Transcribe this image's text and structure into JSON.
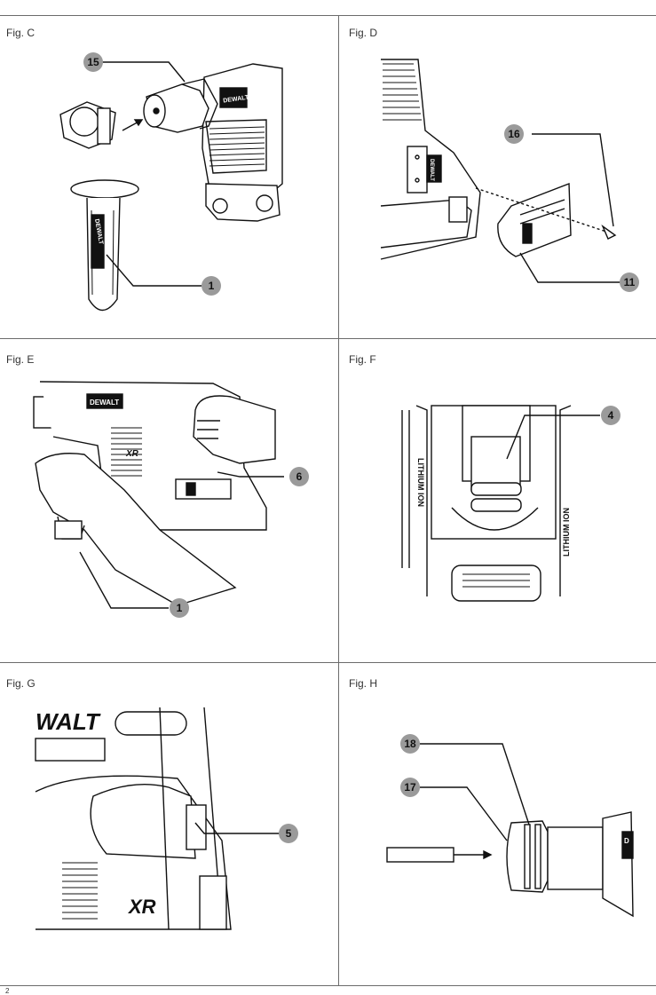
{
  "page_number": "2",
  "figures": [
    {
      "id": "C",
      "label": "Fig. C",
      "callouts": [
        "15",
        "1"
      ],
      "brand_text": [
        "DEWALT",
        "DEWALT"
      ]
    },
    {
      "id": "D",
      "label": "Fig. D",
      "callouts": [
        "16",
        "11"
      ],
      "brand_text": [
        "DEWALT"
      ]
    },
    {
      "id": "E",
      "label": "Fig. E",
      "callouts": [
        "6",
        "1"
      ],
      "brand_text": [
        "DEWALT",
        "XR"
      ]
    },
    {
      "id": "F",
      "label": "Fig. F",
      "callouts": [
        "4"
      ],
      "brand_text": [
        "LITHIUM ION",
        "LITHIUM ION"
      ]
    },
    {
      "id": "G",
      "label": "Fig. G",
      "callouts": [
        "5"
      ],
      "brand_text": [
        "WALT",
        "XR"
      ]
    },
    {
      "id": "H",
      "label": "Fig. H",
      "callouts": [
        "18",
        "17"
      ],
      "brand_text": [
        "D"
      ]
    }
  ]
}
